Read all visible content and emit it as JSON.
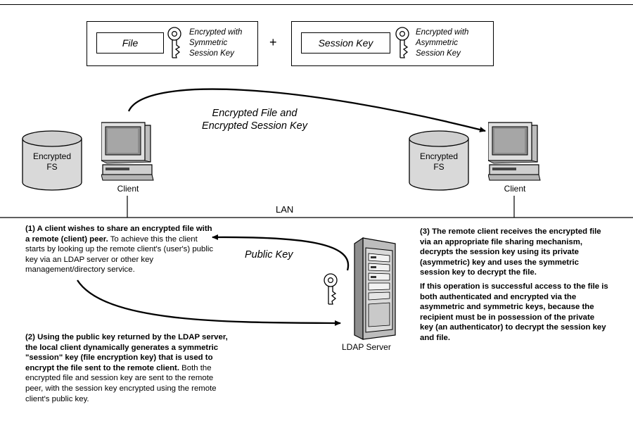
{
  "legend": {
    "file_box": {
      "label": "File",
      "desc_lines": [
        "Encrypted with",
        "Symmetric",
        "Session Key"
      ]
    },
    "plus": "+",
    "session_box": {
      "label": "Session Key",
      "desc_lines": [
        "Encrypted with",
        "Asymmetric",
        "Session Key"
      ]
    }
  },
  "transfer_label_lines": [
    "Encrypted File and",
    "Encrypted Session Key"
  ],
  "left_node": {
    "disk_lines": [
      "Encrypted",
      "FS"
    ],
    "label": "Client"
  },
  "right_node": {
    "disk_lines": [
      "Encrypted",
      "FS"
    ],
    "label": "Client"
  },
  "lan_label": "LAN",
  "public_key_label": "Public Key",
  "server_label": "LDAP Server",
  "step1": {
    "bold": "(1) A client wishes to share an encrypted file with a remote (client) peer.",
    "normal": " To achieve this the client starts by looking up the remote client's (user's) public key via an LDAP server or other key management/directory service."
  },
  "step2": {
    "bold": "(2) Using the public key returned by the LDAP server, the local client dynamically generates a symmetric \"session\" key (file encryption key) that is used to encrypt the file sent to the remote client.",
    "normal": " Both the encrypted file and session key are sent to the remote peer, with the session key encrypted using the remote client's public key."
  },
  "step3": {
    "bold": "(3) The remote client receives the encrypted file via an appropriate file sharing mechanism, decrypts the session key using its private (asymmetric) key and uses the symmetric session key to decrypt the file."
  },
  "step3b": {
    "bold": "If this operation is successful access to the file is both authenticated and encrypted via the asymmetric and symmetric keys, because the recipient must be in possession of the private key (an authenticator) to decrypt the session key and file."
  }
}
